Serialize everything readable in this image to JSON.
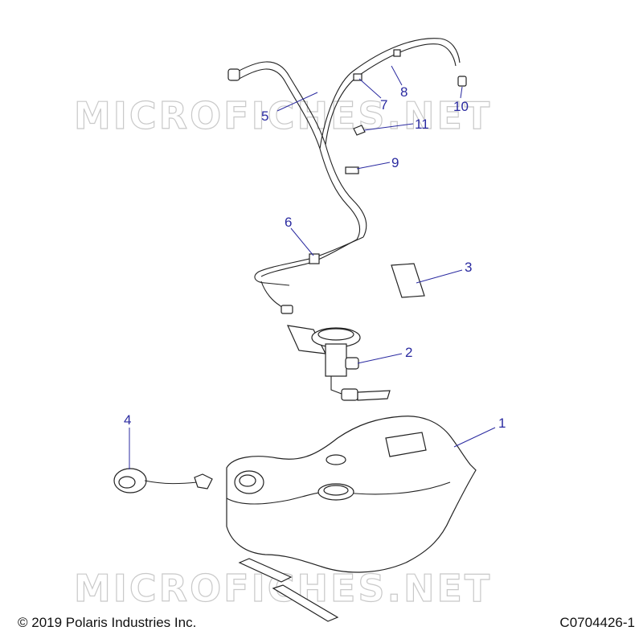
{
  "watermark": "MICROFICHES.NET",
  "callouts": [
    {
      "id": "callout-1",
      "label": "1"
    },
    {
      "id": "callout-2",
      "label": "2"
    },
    {
      "id": "callout-3",
      "label": "3"
    },
    {
      "id": "callout-4",
      "label": "4"
    },
    {
      "id": "callout-5",
      "label": "5"
    },
    {
      "id": "callout-6",
      "label": "6"
    },
    {
      "id": "callout-7",
      "label": "7"
    },
    {
      "id": "callout-8",
      "label": "8"
    },
    {
      "id": "callout-9",
      "label": "9"
    },
    {
      "id": "callout-10",
      "label": "10"
    },
    {
      "id": "callout-11",
      "label": "11"
    }
  ],
  "footer": {
    "copyright": "© 2019 Polaris Industries Inc.",
    "drawing_id": "C0704426-1"
  },
  "colors": {
    "callout": "#2a2aa0",
    "linework": "#222222",
    "watermark_outline": "#c9c9c9"
  }
}
